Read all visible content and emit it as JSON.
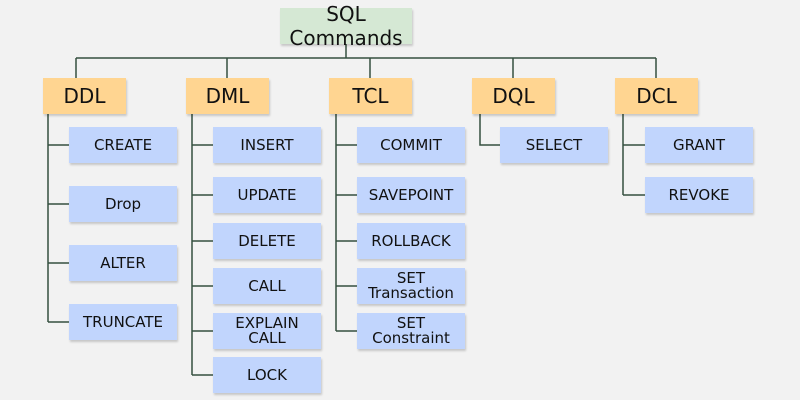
{
  "root": "SQL Commands",
  "categories": [
    {
      "label": "DDL",
      "items": [
        "CREATE",
        "Drop",
        "ALTER",
        "TRUNCATE"
      ]
    },
    {
      "label": "DML",
      "items": [
        "INSERT",
        "UPDATE",
        "DELETE",
        "CALL",
        [
          "EXPLAIN",
          "CALL"
        ],
        "LOCK"
      ]
    },
    {
      "label": "TCL",
      "items": [
        "COMMIT",
        "SAVEPOINT",
        "ROLLBACK",
        [
          "SET",
          "Transaction"
        ],
        [
          "SET",
          "Constraint"
        ]
      ]
    },
    {
      "label": "DQL",
      "items": [
        "SELECT"
      ]
    },
    {
      "label": "DCL",
      "items": [
        "GRANT",
        "REVOKE"
      ]
    }
  ],
  "colors": {
    "root": "#d5e8d4",
    "category": "#ffd591",
    "leaf": "#c1d5fd",
    "line": "#35503f",
    "background": "#f2f2f2"
  }
}
